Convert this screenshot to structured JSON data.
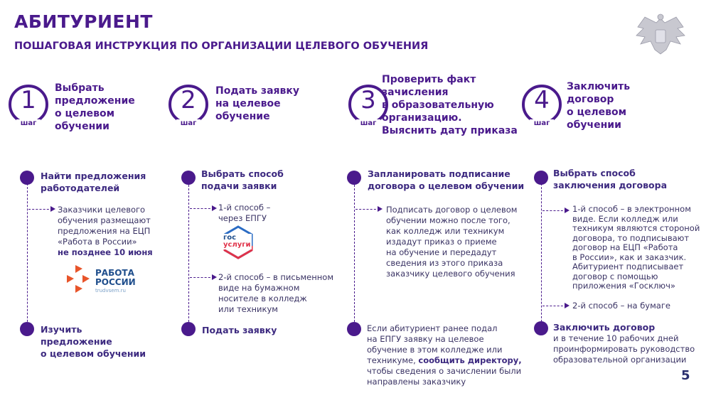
{
  "header": {
    "title": "АБИТУРИЕНТ",
    "subtitle": "ПОШАГОВАЯ ИНСТРУКЦИЯ ПО ОРГАНИЗАЦИИ ЦЕЛЕВОГО ОБУЧЕНИЯ",
    "emblem": "coat-of-arms"
  },
  "steps": [
    {
      "num": "1",
      "label": "шаг",
      "title": [
        "Выбрать",
        "предложение",
        "о целевом",
        "обучении"
      ]
    },
    {
      "num": "2",
      "label": "шаг",
      "title": [
        "Подать заявку",
        "на целевое",
        "обучение"
      ]
    },
    {
      "num": "3",
      "label": "шаг",
      "title": [
        "Проверить факт",
        "зачисления",
        "в образовательную",
        "организацию.",
        "Выяснить дату приказа"
      ]
    },
    {
      "num": "4",
      "label": "шаг",
      "title": [
        "Заключить",
        "договор",
        "о целевом",
        "обучении"
      ]
    }
  ],
  "col1": {
    "top": [
      "Найти предложения",
      "работодателей"
    ],
    "text": [
      "Заказчики целевого",
      "обучения размещают",
      "предложения на ЕЦП",
      "«Работа в России»"
    ],
    "bold": "не позднее 10 июня",
    "logo": {
      "line1": "РАБОТА",
      "line2": "РОССИИ",
      "url": "trudvsem.ru"
    },
    "bottom": [
      "Изучить",
      "предложение",
      "о целевом обучении"
    ]
  },
  "col2": {
    "top": [
      "Выбрать способ",
      "подачи заявки"
    ],
    "way1": [
      "1-й способ –",
      "через ЕПГУ"
    ],
    "logo": {
      "line1": "гос",
      "line2": "услуги"
    },
    "way2": [
      "2-й способ – в письменном",
      "виде на бумажном",
      "носителе в колледж",
      "или техникум"
    ],
    "bottom": "Подать заявку"
  },
  "col3": {
    "top": [
      "Запланировать подписание",
      "договора о целевом обучении"
    ],
    "text": [
      "Подписать договор о целевом",
      "обучении можно после того,",
      "как колледж или техникум",
      "издадут приказ о приеме",
      "на обучение и передадут",
      "сведения из этого приказа",
      "заказчику целевого обучения"
    ],
    "bottom": {
      "l1": "Если абитуриент ранее подал",
      "l2": "на ЕПГУ заявку на целевое",
      "l3": "обучение в этом колледже или",
      "l4a": "техникуме, ",
      "l4b": "сообщить директору,",
      "l5": "чтобы сведения о зачислении были",
      "l6": "направлены заказчику"
    }
  },
  "col4": {
    "top": [
      "Выбрать способ",
      "заключения договора"
    ],
    "way1": [
      "1-й способ – в электронном",
      "виде. Если колледж или",
      "техникум являются стороной",
      "договора, то подписывают",
      "договор на ЕЦП «Работа",
      "в России», как и заказчик.",
      "Абитуриент подписывает",
      "договор с помощью",
      "приложения «Госключ»"
    ],
    "way2": "2-й способ – на бумаге",
    "bottom_bold": "Заключить договор",
    "bottom": [
      "и в течение 10 рабочих дней",
      "проинформировать руководство",
      "образовательной организации"
    ]
  },
  "page_number": "5"
}
